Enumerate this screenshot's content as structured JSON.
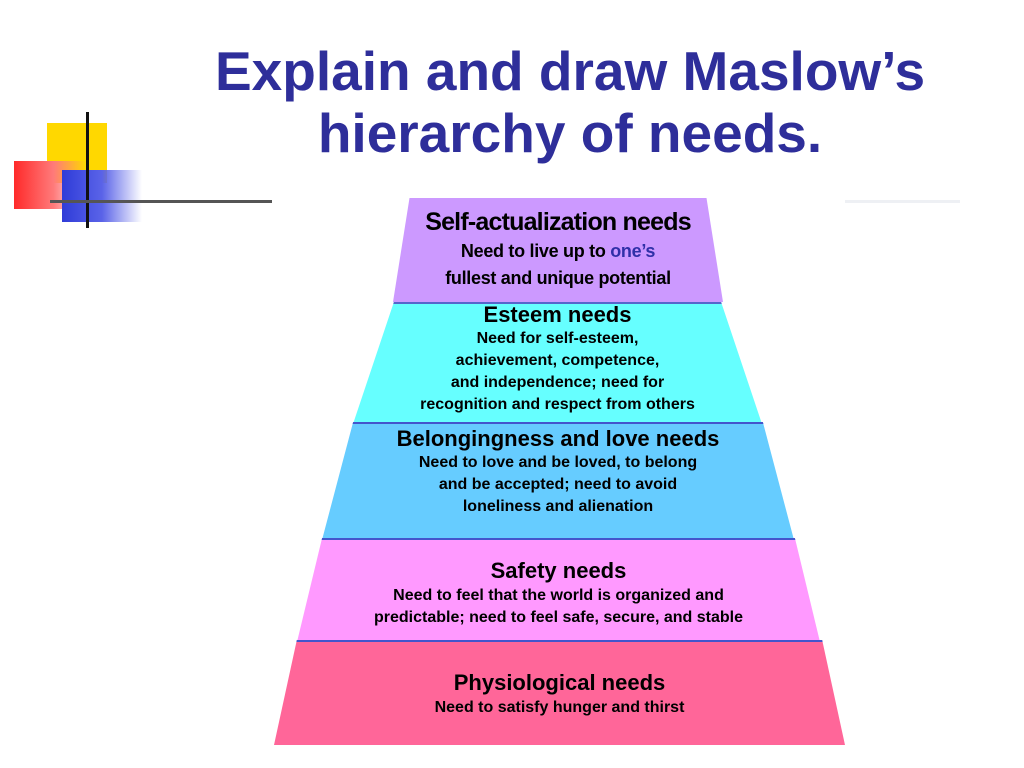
{
  "slide": {
    "title_line1": "Explain and draw Maslow’s",
    "title_line2": "hierarchy of needs."
  },
  "colors": {
    "title": "#2e2e9a",
    "self_actualization": "#cc99ff",
    "esteem": "#66ffff",
    "belongingness": "#66ccff",
    "safety": "#ff99ff",
    "physiological": "#ff6699",
    "accent_text": "#3030a8"
  },
  "pyramid": {
    "self_actualization": {
      "title": "Self-actualization needs",
      "line1_a": "Need to live up to ",
      "line1_b": "one’s",
      "line2": "fullest and unique potential"
    },
    "esteem": {
      "title": "Esteem needs",
      "line1": "Need for self-esteem,",
      "line2": "achievement, competence,",
      "line3": "and independence; need for",
      "line4": "recognition and respect from others"
    },
    "belongingness": {
      "title": "Belongingness and love needs",
      "line1": "Need to love and be loved, to belong",
      "line2": "and be accepted; need to avoid",
      "line3": "loneliness and alienation"
    },
    "safety": {
      "title": "Safety needs",
      "line1": "Need to feel that the world is organized and",
      "line2": "predictable; need to feel safe, secure, and stable"
    },
    "physiological": {
      "title": "Physiological needs",
      "line1": "Need to satisfy hunger and thirst"
    }
  }
}
